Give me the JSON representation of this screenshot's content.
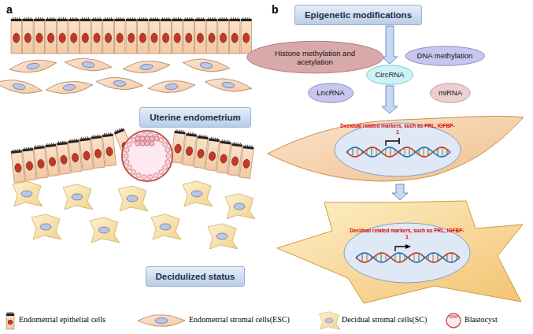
{
  "diagram": {
    "nodes": [
      {
        "text": [
          "Uterine endometrium"
        ]
      },
      {
        "text": [
          "Decidulized status"
        ]
      },
      {
        "text": [
          "Epigenetic modifications"
        ]
      },
      {
        "text": [
          "Histone methylation and acetylation"
        ]
      },
      {
        "text": [
          "DNA methylation"
        ]
      },
      {
        "text": [
          "CircRNA"
        ]
      },
      {
        "text": [
          "LncRNA"
        ]
      },
      {
        "text": [
          "miRNA"
        ]
      },
      {
        "text": [
          "Decidual related markers, such as PRL, IGFBP-1"
        ]
      },
      {
        "text": [
          "Decidual related markers, such as PRL, IGFBP-1"
        ]
      }
    ],
    "edges": [
      {
        "from": 2,
        "to": 5,
        "arrow": "to"
      },
      {
        "from": 5,
        "to": 8,
        "arrow": "to"
      },
      {
        "from": 8,
        "to": 9,
        "arrow": "to"
      }
    ],
    "labels": [
      "a",
      "b"
    ],
    "legend": [
      {
        "text": "Endometrial epithelial cells"
      },
      {
        "text": "Endometrial stromal cells(ESC)"
      },
      {
        "text": "Decidual stromal cells(SC)"
      },
      {
        "text": "Blastocyst"
      }
    ]
  }
}
